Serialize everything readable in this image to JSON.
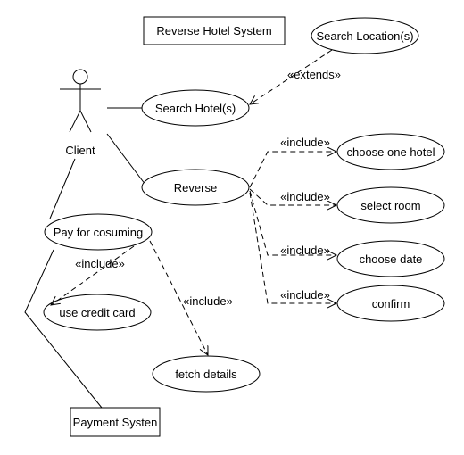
{
  "diagram": {
    "title": "Reverse Hotel System",
    "actors": {
      "client": "Client",
      "payment": "Payment Systen"
    },
    "use_cases": {
      "search_location": "Search Location(s)",
      "search_hotel": "Search Hotel(s)",
      "reverse": "Reverse",
      "choose_hotel": "choose one hotel",
      "select_room": "select room",
      "choose_date": "choose date",
      "confirm": "confirm",
      "pay": "Pay for cosuming",
      "credit_card": "use credit card",
      "fetch_details": "fetch details"
    },
    "relations": {
      "extends": "«extends»",
      "include": "«include»"
    }
  },
  "colors": {
    "stroke": "#000000",
    "background": "#ffffff"
  }
}
